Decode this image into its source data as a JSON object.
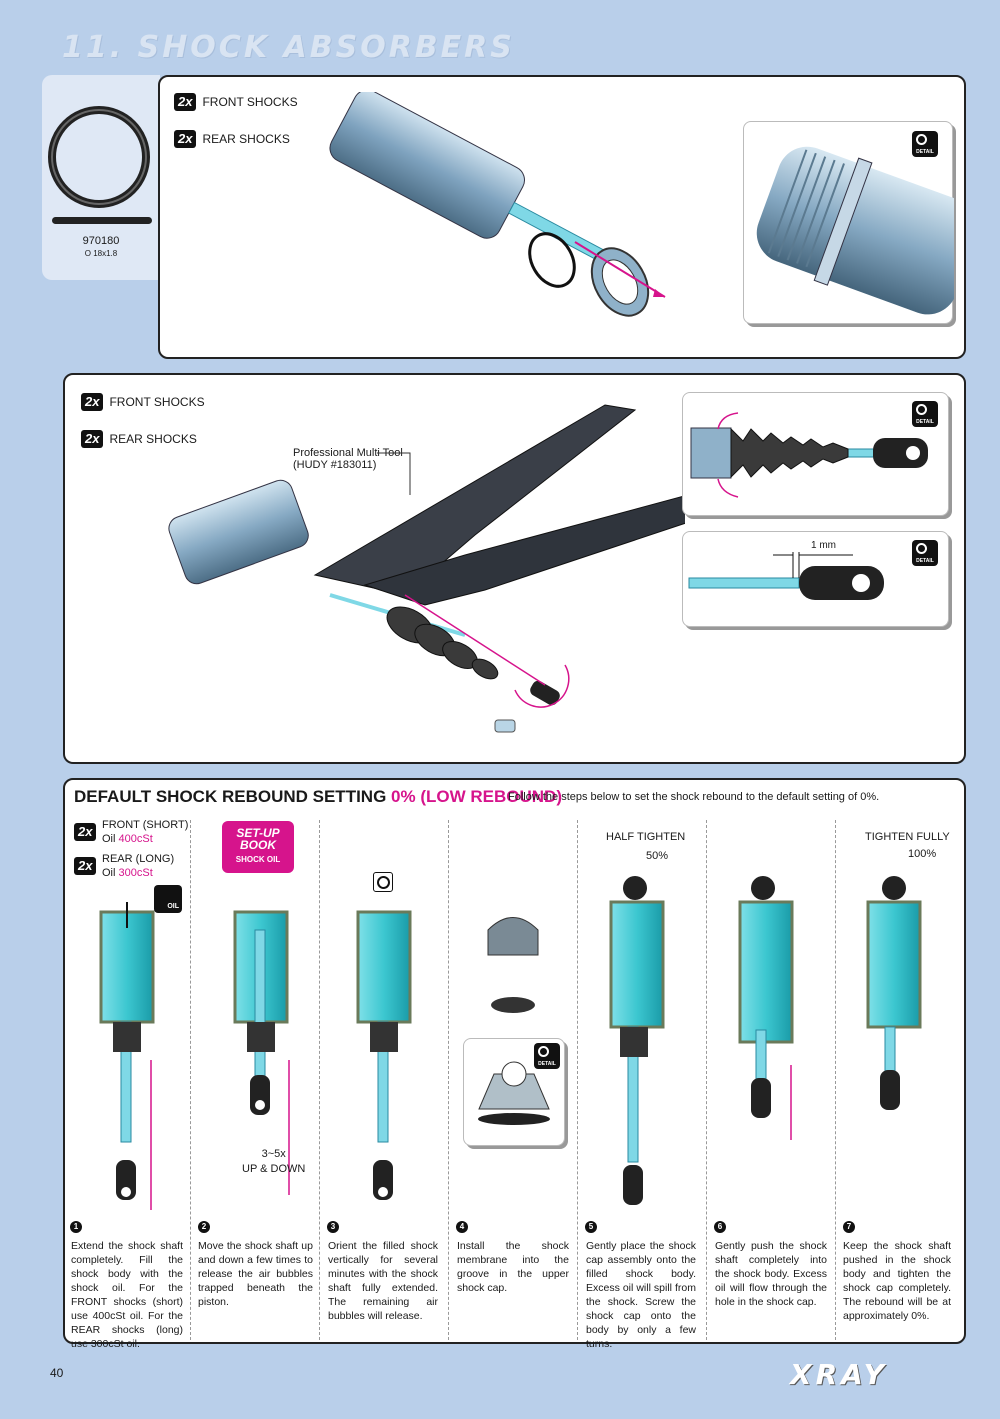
{
  "page": {
    "title": "11. SHOCK ABSORBERS",
    "number": "40",
    "logo": "XRAY"
  },
  "part": {
    "code": "970180",
    "desc": "O 18x1.8"
  },
  "panel1": {
    "rows": [
      {
        "qty": "2x",
        "label": "FRONT SHOCKS"
      },
      {
        "qty": "2x",
        "label": "REAR SHOCKS"
      }
    ],
    "detail_label": "DETAIL"
  },
  "panel2": {
    "rows": [
      {
        "qty": "2x",
        "label": "FRONT SHOCKS"
      },
      {
        "qty": "2x",
        "label": "REAR SHOCKS"
      }
    ],
    "tool_label_1": "Professional Multi Tool",
    "tool_label_2": "(HUDY #183011)",
    "dimension": "1 mm",
    "detail_label": "DETAIL"
  },
  "panel3": {
    "title_main": "DEFAULT SHOCK REBOUND SETTING",
    "title_accent": "0% (LOW  REBOUND)",
    "note": "Follow the steps below to set the shock rebound to the default setting of 0%.",
    "front": {
      "qty": "2x",
      "label": "FRONT (SHORT)",
      "oil_prefix": "Oil",
      "oil": "400cSt"
    },
    "rear": {
      "qty": "2x",
      "label": "REAR (LONG)",
      "oil_prefix": "Oil",
      "oil": "300cSt"
    },
    "setup_book": {
      "line1": "SET-UP",
      "line2": "BOOK",
      "line3": "SHOCK OIL"
    },
    "oil_icon": "OIL",
    "cycle_1": "3~5x",
    "cycle_2": "UP & DOWN",
    "half_tighten": "HALF TIGHTEN",
    "half_pct": "50%",
    "tighten_fully": "TIGHTEN FULLY",
    "full_pct": "100%",
    "detail_label": "DETAIL",
    "steps": [
      {
        "num": "1",
        "text": "Extend the shock shaft completely. Fill the shock body with the shock oil. For the FRONT shocks (short) use 400cSt oil. For the REAR shocks (long) use 300cSt oil."
      },
      {
        "num": "2",
        "text": "Move the shock shaft up and down a few times to release the air bubbles trapped beneath the piston."
      },
      {
        "num": "3",
        "text": "Orient the filled shock vertically for several minutes with the shock shaft fully extended. The remaining air bubbles will release."
      },
      {
        "num": "4",
        "text": "Install the shock membrane into the groove in the upper shock cap."
      },
      {
        "num": "5",
        "text": "Gently place the shock cap assembly onto the filled shock body. Excess oil will spill from the shock. Screw the shock cap onto the body by only a few turns."
      },
      {
        "num": "6",
        "text": "Gently push the shock shaft completely into the shock body. Excess oil will flow through the hole in the shock cap."
      },
      {
        "num": "7",
        "text": "Keep the shock shaft pushed in the shock body and tighten the shock cap completely. The rebound will be at approximately 0%."
      }
    ]
  },
  "colors": {
    "accent": "#d6148c",
    "background": "#b9cfea",
    "oil": "#3cc7d0",
    "metal": "#8fb1c9"
  }
}
